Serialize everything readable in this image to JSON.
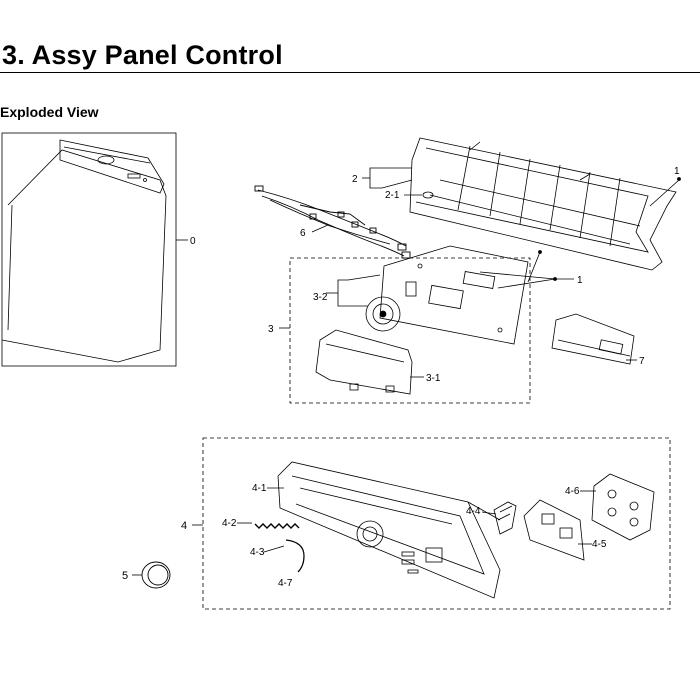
{
  "header": {
    "title": "3.  Assy Panel Control",
    "subtitle": "Exploded View"
  },
  "callouts": {
    "c0": "0",
    "c1a": "1",
    "c1b": "1",
    "c2": "2",
    "c2_1": "2-1",
    "c3": "3",
    "c3_1": "3-1",
    "c3_2": "3-2",
    "c4": "4",
    "c4_1": "4-1",
    "c4_2": "4-2",
    "c4_3": "4-3",
    "c4_4": "4-4",
    "c4_5": "4-5",
    "c4_6": "4-6",
    "c4_7": "4-7",
    "c5": "5",
    "c6": "6",
    "c7": "7"
  }
}
